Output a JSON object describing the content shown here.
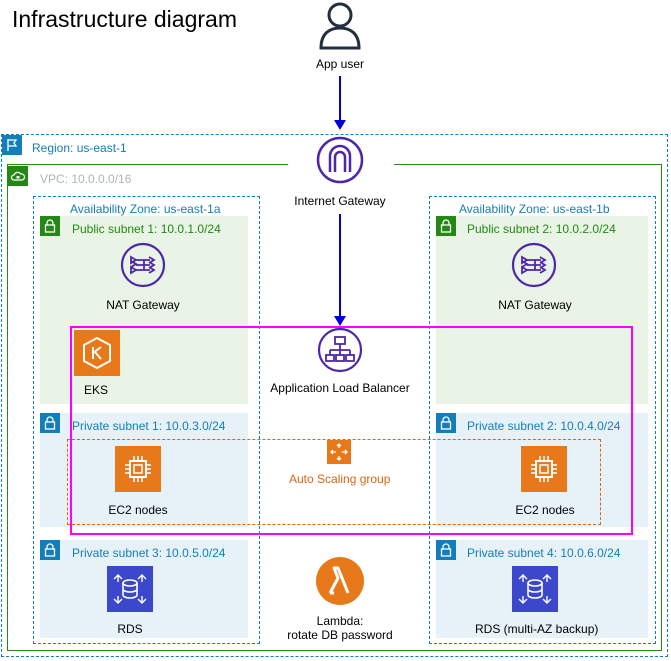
{
  "title": "Infrastructure diagram",
  "user": {
    "label": "App user"
  },
  "region": {
    "label": "Region: us-east-1"
  },
  "vpc": {
    "label": "VPC: 10.0.0.0/16"
  },
  "internet_gateway": {
    "label": "Internet Gateway"
  },
  "az_a": {
    "label": "Availability Zone: us-east-1a",
    "public_subnet": "Public subnet 1: 10.0.1.0/24",
    "nat_label": "NAT Gateway",
    "eks_label": "EKS",
    "private_subnet": "Private subnet 1: 10.0.3.0/24",
    "ec2_label": "EC2 nodes",
    "db_subnet": "Private subnet 3: 10.0.5.0/24",
    "rds_label": "RDS"
  },
  "az_b": {
    "label": "Availability Zone: us-east-1b",
    "public_subnet": "Public subnet 2: 10.0.2.0/24",
    "nat_label": "NAT Gateway",
    "private_subnet": "Private subnet 2: 10.0.4.0/24",
    "ec2_label": "EC2 nodes",
    "db_subnet": "Private subnet 4: 10.0.6.0/24",
    "rds_label": "RDS (multi-AZ backup)"
  },
  "alb": {
    "label": "Application Load Balancer"
  },
  "asg": {
    "label": "Auto Scaling group"
  },
  "lambda": {
    "line1": "Lambda:",
    "line2": "rotate DB password"
  },
  "colors": {
    "region": "#147eba",
    "vpc": "#248814",
    "public_subnet_bg": "#e9f3e6",
    "private_subnet_bg": "#e6f2f8",
    "eks_boundary": "#ff00ff",
    "asg": "#d86613",
    "gateway_purple": "#4d27aa",
    "arrow": "#0000dd"
  }
}
